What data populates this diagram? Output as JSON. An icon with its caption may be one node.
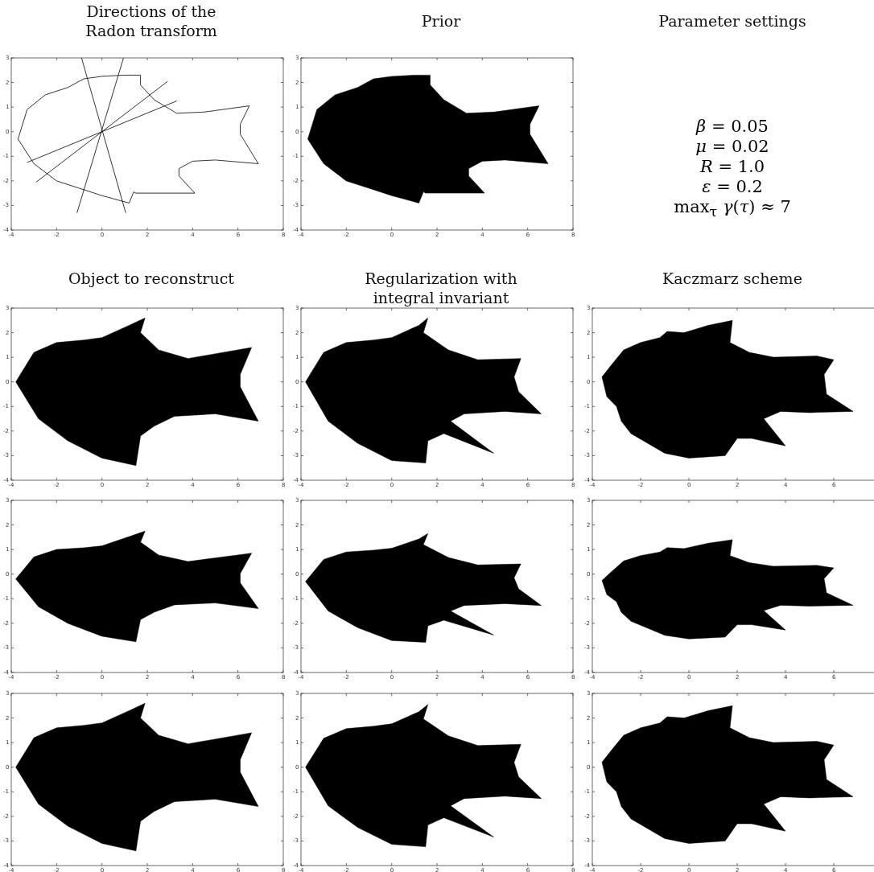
{
  "diagram": {
    "labels": [
      "Directions of the Radon transform",
      "Prior",
      "Parameter settings",
      "*β* = 0.05",
      "*μ* = 0.02",
      "*R* = 1.0",
      "*ε* = 0.2",
      "max$_{τ}$ *γ*(*τ*) ≈ 7",
      "Object to reconstruct",
      "Regularization with integral invariant",
      "Kaczmarz scheme",
      "3",
      "2",
      "1",
      "0",
      "-1",
      "-2",
      "-3",
      "-4",
      "-4",
      "-2",
      "0",
      "2",
      "4",
      "6",
      "8",
      "3",
      "2",
      "1",
      "0",
      "-1",
      "-2",
      "-3",
      "-4",
      "-4",
      "-2",
      "0",
      "2",
      "4",
      "6",
      "8",
      "3",
      "2",
      "1",
      "0",
      "-1",
      "-2",
      "-3",
      "-4",
      "-4",
      "-2",
      "0",
      "2",
      "4",
      "6",
      "8",
      "3",
      "2",
      "1",
      "0",
      "-1",
      "-2",
      "-3",
      "-4",
      "-4",
      "-2",
      "0",
      "2",
      "4",
      "6",
      "8",
      "3",
      "2",
      "1",
      "0",
      "-1",
      "-2",
      "-3",
      "-4",
      "-4",
      "-2",
      "0",
      "2",
      "4",
      "6",
      "3",
      "2",
      "1",
      "0",
      "-1",
      "-2",
      "-3",
      "-4",
      "-4",
      "-2",
      "0",
      "2",
      "4",
      "6",
      "8",
      "3",
      "2",
      "1",
      "0",
      "-1",
      "-2",
      "-3",
      "-4",
      "-4",
      "-2",
      "0",
      "2",
      "4",
      "6",
      "8",
      "3",
      "2",
      "1",
      "0",
      "-1",
      "-2",
      "-3",
      "-4",
      "-4",
      "-2",
      "0",
      "2",
      "4",
      "6",
      "3",
      "2",
      "1",
      "0",
      "-1",
      "-2",
      "-3",
      "-4",
      "-4",
      "-2",
      "0",
      "2",
      "4",
      "6",
      "8",
      "3",
      "2",
      "1",
      "0",
      "-1",
      "-2",
      "-3",
      "-4",
      "-4",
      "-2",
      "0",
      "2",
      "4",
      "6",
      "8",
      "3",
      "2",
      "1",
      "0",
      "-1",
      "-2",
      "-3",
      "-4",
      "-4",
      "-2",
      "0",
      "2",
      "4",
      "6"
    ]
  }
}
